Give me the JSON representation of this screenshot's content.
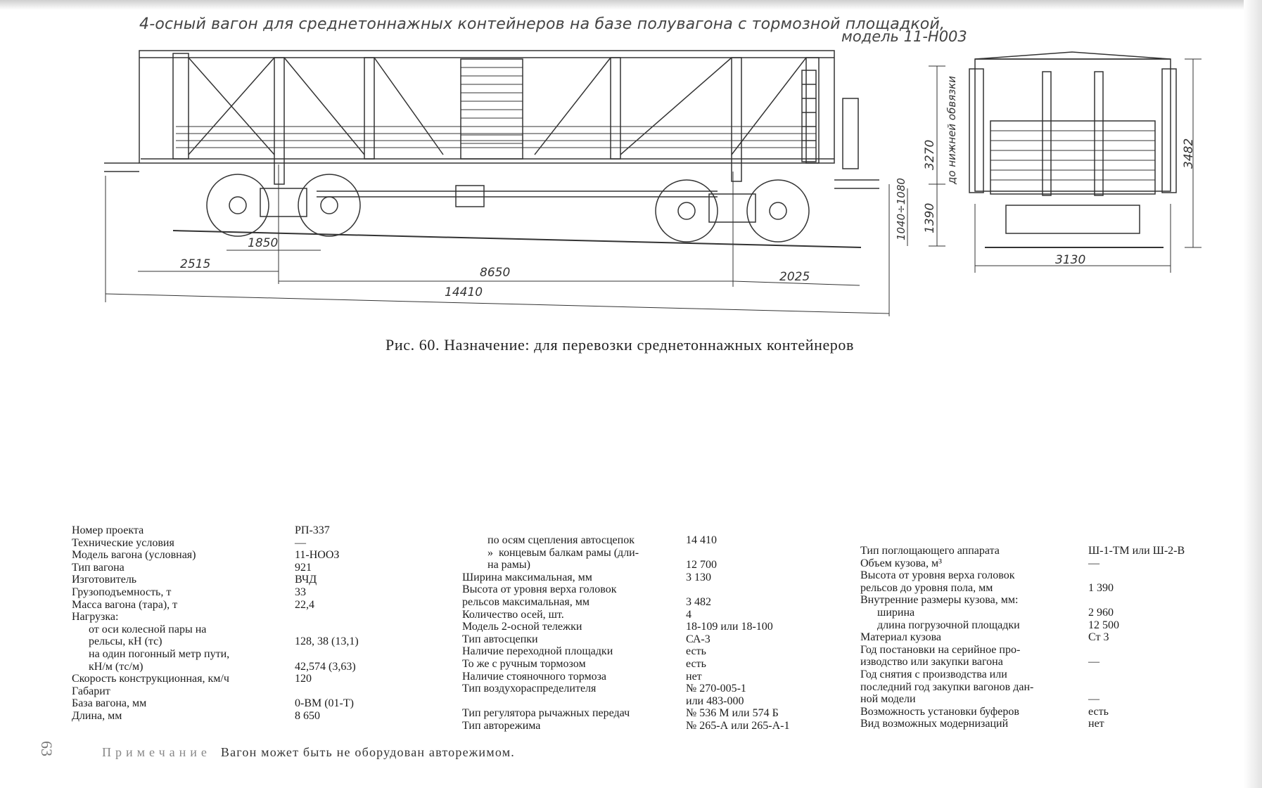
{
  "drawing": {
    "title": "4-осный вагон для среднетоннажных контейнеров на базе полувагона с тормозной площадкой,",
    "model": "модель 11-Н003",
    "dimensions": {
      "bogie_base": "1850",
      "overhang_left": "2515",
      "wheelbase": "8650",
      "overhang_right": "2025",
      "total_length": "14410",
      "height_body": "3270",
      "to_lower_binding": "до нижней обвязки",
      "floor_height": "1390",
      "coupler_height": "1040÷1080",
      "width": "3130",
      "max_height": "3482"
    }
  },
  "caption": "Рис. 60. Назначение: для перевозки среднетоннажных контейнеров",
  "specs": {
    "col1": [
      {
        "k": "Номер проекта",
        "v": "РП-337"
      },
      {
        "k": "Технические условия",
        "v": "—"
      },
      {
        "k": "Модель вагона (условная)",
        "v": "11-НООЗ"
      },
      {
        "k": "Тип вагона",
        "v": "921"
      },
      {
        "k": "Изготовитель",
        "v": "ВЧД"
      },
      {
        "k": "Грузоподъемность, т",
        "v": "33"
      },
      {
        "k": "Масса вагона (тара), т",
        "v": "22,4"
      },
      {
        "k": "Нагрузка:",
        "v": ""
      },
      {
        "k": "      от оси колесной пары на",
        "v": ""
      },
      {
        "k": "      рельсы, кН (тс)",
        "v": "128, 38 (13,1)"
      },
      {
        "k": "      на один погонный метр пути,",
        "v": ""
      },
      {
        "k": "      кН/м (тс/м)",
        "v": "42,574 (3,63)"
      },
      {
        "k": "Скорость конструкционная, км/ч",
        "v": "120"
      },
      {
        "k": "Габарит",
        "v": ""
      },
      {
        "k": "База вагона, мм",
        "v": "0-ВМ (01-Т)"
      },
      {
        "k": "Длина, мм",
        "v": "8 650"
      }
    ],
    "col2": [
      {
        "k": "         по осям сцепления автосцепок",
        "v": "14 410"
      },
      {
        "k": "         »  концевым балкам рамы (дли-",
        "v": ""
      },
      {
        "k": "         на рамы)",
        "v": "12 700"
      },
      {
        "k": "Ширина максимальная, мм",
        "v": "3 130"
      },
      {
        "k": "Высота от уровня верха головок",
        "v": ""
      },
      {
        "k": "рельсов максимальная, мм",
        "v": "3 482"
      },
      {
        "k": "Количество осей, шт.",
        "v": "4"
      },
      {
        "k": "Модель 2-осной тележки",
        "v": "18-109 или 18-100"
      },
      {
        "k": "Тип автосцепки",
        "v": "СА-3"
      },
      {
        "k": "Наличие переходной площадки",
        "v": "есть"
      },
      {
        "k": "То же с ручным тормозом",
        "v": "есть"
      },
      {
        "k": "Наличие стояночного тормоза",
        "v": "нет"
      },
      {
        "k": "Тип воздухораспределителя",
        "v": "№ 270-005-1"
      },
      {
        "k": "",
        "v": "или 483-000"
      },
      {
        "k": "Тип регулятора рычажных передач",
        "v": "№ 536 М или 574 Б"
      },
      {
        "k": "Тип авторежима",
        "v": "№ 265-А или 265-А-1"
      }
    ],
    "col3": [
      {
        "k": "Тип поглощающего аппарата",
        "v": "Ш-1-ТМ или Ш-2-В"
      },
      {
        "k": "Объем кузова, м³",
        "v": "—"
      },
      {
        "k": "Высота от уровня верха головок",
        "v": ""
      },
      {
        "k": "рельсов до уровня пола, мм",
        "v": "1 390"
      },
      {
        "k": "Внутренние размеры кузова, мм:",
        "v": ""
      },
      {
        "k": "      ширина",
        "v": "2 960"
      },
      {
        "k": "      длина погрузочной площадки",
        "v": "12 500"
      },
      {
        "k": "Материал кузова",
        "v": "Ст 3"
      },
      {
        "k": "Год постановки на серийное про-",
        "v": ""
      },
      {
        "k": "изводство или закупки вагона",
        "v": "—"
      },
      {
        "k": "Год снятия с производства или",
        "v": ""
      },
      {
        "k": "последний год закупки вагонов дан-",
        "v": ""
      },
      {
        "k": "ной модели",
        "v": "—"
      },
      {
        "k": "Возможность установки буферов",
        "v": "есть"
      },
      {
        "k": "Вид возможных модернизаций",
        "v": "нет"
      }
    ]
  },
  "note": {
    "label": "Примечание",
    "text": "Вагон может быть не оборудован авторежимом."
  },
  "page_number": "63"
}
